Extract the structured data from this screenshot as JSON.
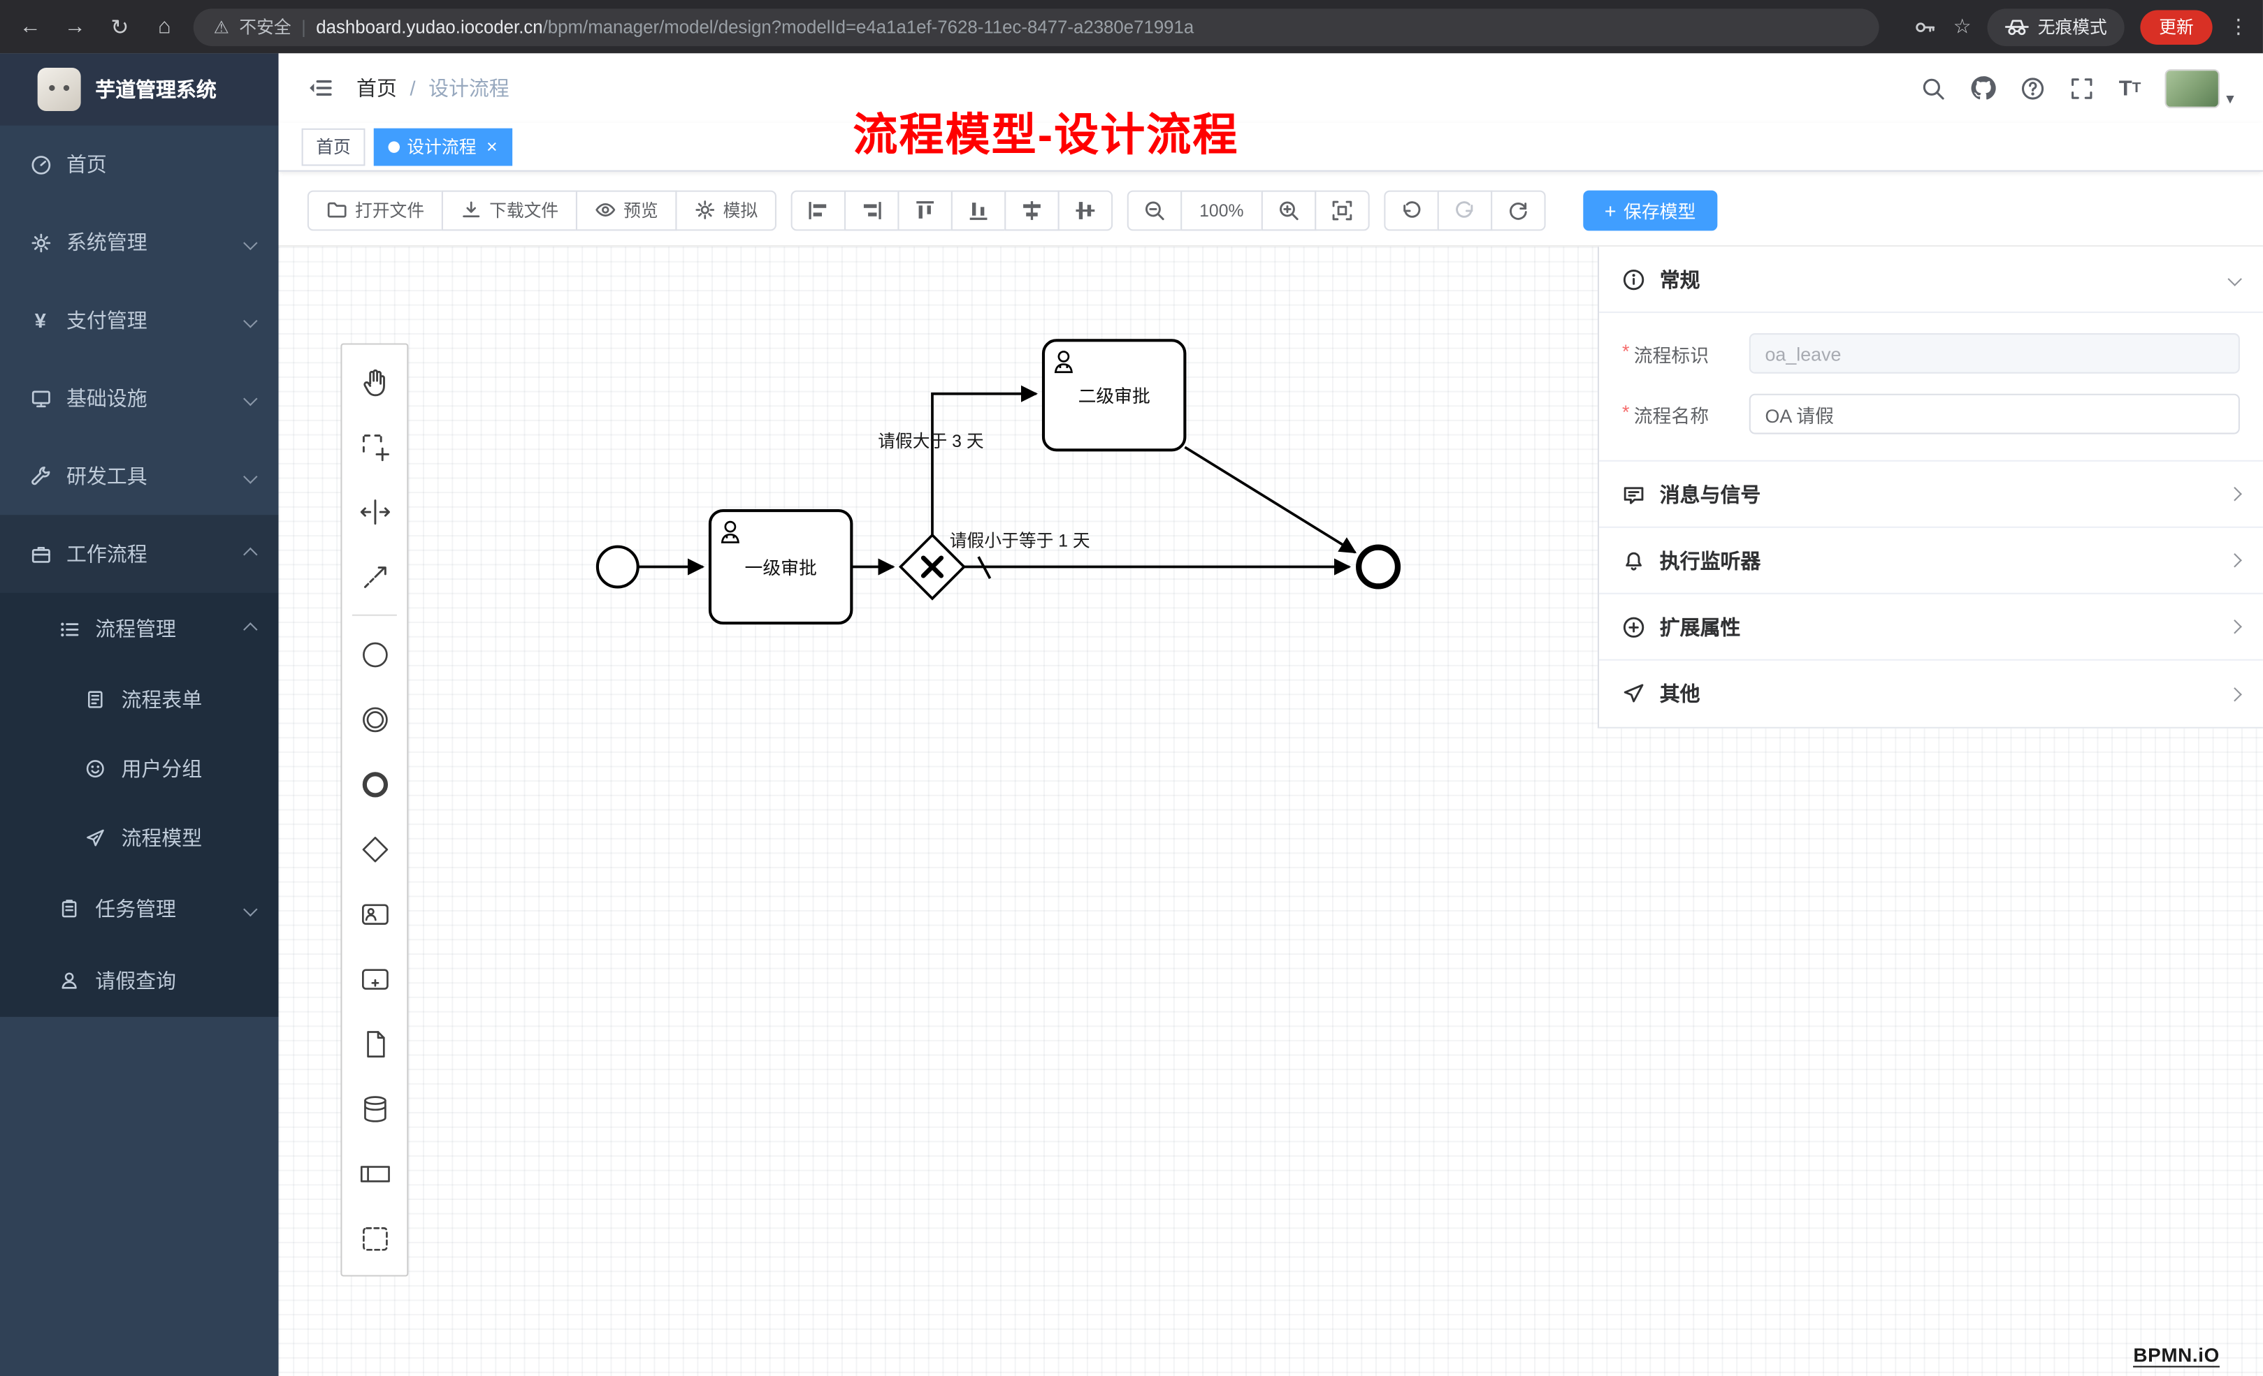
{
  "browser": {
    "security_label": "不安全",
    "url_domain": "dashboard.yudao.iocoder.cn",
    "url_path": "/bpm/manager/model/design?modelId=e4a1a1ef-7628-11ec-8477-a2380e71991a",
    "incognito_label": "无痕模式",
    "update_label": "更新"
  },
  "sidebar": {
    "app_title": "芋道管理系统",
    "items": [
      {
        "label": "首页"
      },
      {
        "label": "系统管理"
      },
      {
        "label": "支付管理"
      },
      {
        "label": "基础设施"
      },
      {
        "label": "研发工具"
      },
      {
        "label": "工作流程"
      },
      {
        "label": "流程管理"
      },
      {
        "label": "流程表单"
      },
      {
        "label": "用户分组"
      },
      {
        "label": "流程模型"
      },
      {
        "label": "任务管理"
      },
      {
        "label": "请假查询"
      }
    ]
  },
  "header": {
    "breadcrumb_home": "首页",
    "breadcrumb_sep": "/",
    "breadcrumb_current": "设计流程",
    "annotation": "流程模型-设计流程"
  },
  "tags": {
    "home": "首页",
    "active": "设计流程"
  },
  "toolbar": {
    "open": "打开文件",
    "download": "下载文件",
    "preview": "预览",
    "simulate": "模拟",
    "zoom_level": "100%",
    "save": "保存模型"
  },
  "diagram": {
    "task1": "一级审批",
    "task2": "二级审批",
    "flow_label_gt": "请假大于 3 天",
    "flow_label_lte": "请假小于等于 1 天"
  },
  "panel": {
    "sections": {
      "general": "常规",
      "message": "消息与信号",
      "listener": "执行监听器",
      "extension": "扩展属性",
      "other": "其他"
    },
    "required_mark": "*",
    "fields": {
      "key_label": "流程标识",
      "key_value": "oa_leave",
      "name_label": "流程名称",
      "name_value": "OA 请假"
    }
  },
  "watermark": "BPMN.iO",
  "icons": {
    "back": "←",
    "forward": "→",
    "reload": "↻",
    "home": "⌂",
    "warning": "⚠",
    "star": "☆",
    "menu": "⋮",
    "sep": "|",
    "plus": "+",
    "caret": "▾",
    "yen": "¥",
    "dot": "",
    "close": "×",
    "t_large": "T",
    "t_small": "T"
  },
  "colors": {
    "accent": "#409eff",
    "sidebar_bg": "#304156",
    "submenu_bg": "#1f2d3d",
    "update_button": "#d93025",
    "annotation": "#ff0000"
  }
}
